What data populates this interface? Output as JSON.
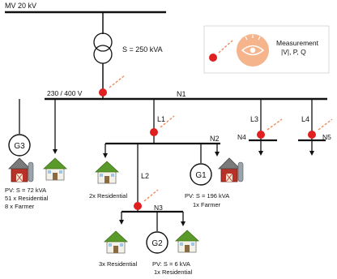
{
  "colors": {
    "line": "#111111",
    "meter": "#e02020",
    "signal": "#f08a5a",
    "legend_circle": "#f6b48c",
    "legend_border": "#d8d8d8",
    "roof": "#5a9a2a",
    "barn": "#b83228",
    "house_wall": "#f4f1e8"
  },
  "grid": {
    "mv_label": "MV 20 kV",
    "transformer_label": "S = 250 kVA",
    "lv_label": "230 / 400 V"
  },
  "legend": {
    "title": "Measurement",
    "subtitle": "|V|, P, Q"
  },
  "nodes": {
    "n1": "N1",
    "n2": "N2",
    "n3": "N3",
    "n4": "N4",
    "n5": "N5"
  },
  "lines": {
    "l1": "L1",
    "l2": "L2",
    "l3": "L3",
    "l4": "L4"
  },
  "generators": {
    "g1": "G1",
    "g2": "G2",
    "g3": "G3"
  },
  "loads": {
    "g3_group": [
      "PV: S = 72 kVA",
      "51 x Residential",
      "8 x Farmer"
    ],
    "n2_residential": "2x Residential",
    "g1_group": [
      "PV: S = 196 kVA",
      "1x Farmer"
    ],
    "n3_residential": "3x Residential",
    "g2_group": [
      "PV: S = 6 kVA",
      "1x Residential"
    ]
  },
  "icons": [
    "transformer-icon",
    "measurement-icon",
    "eye-icon",
    "house-icon",
    "barn-icon",
    "generator-icon",
    "signal-arrow-icon"
  ]
}
